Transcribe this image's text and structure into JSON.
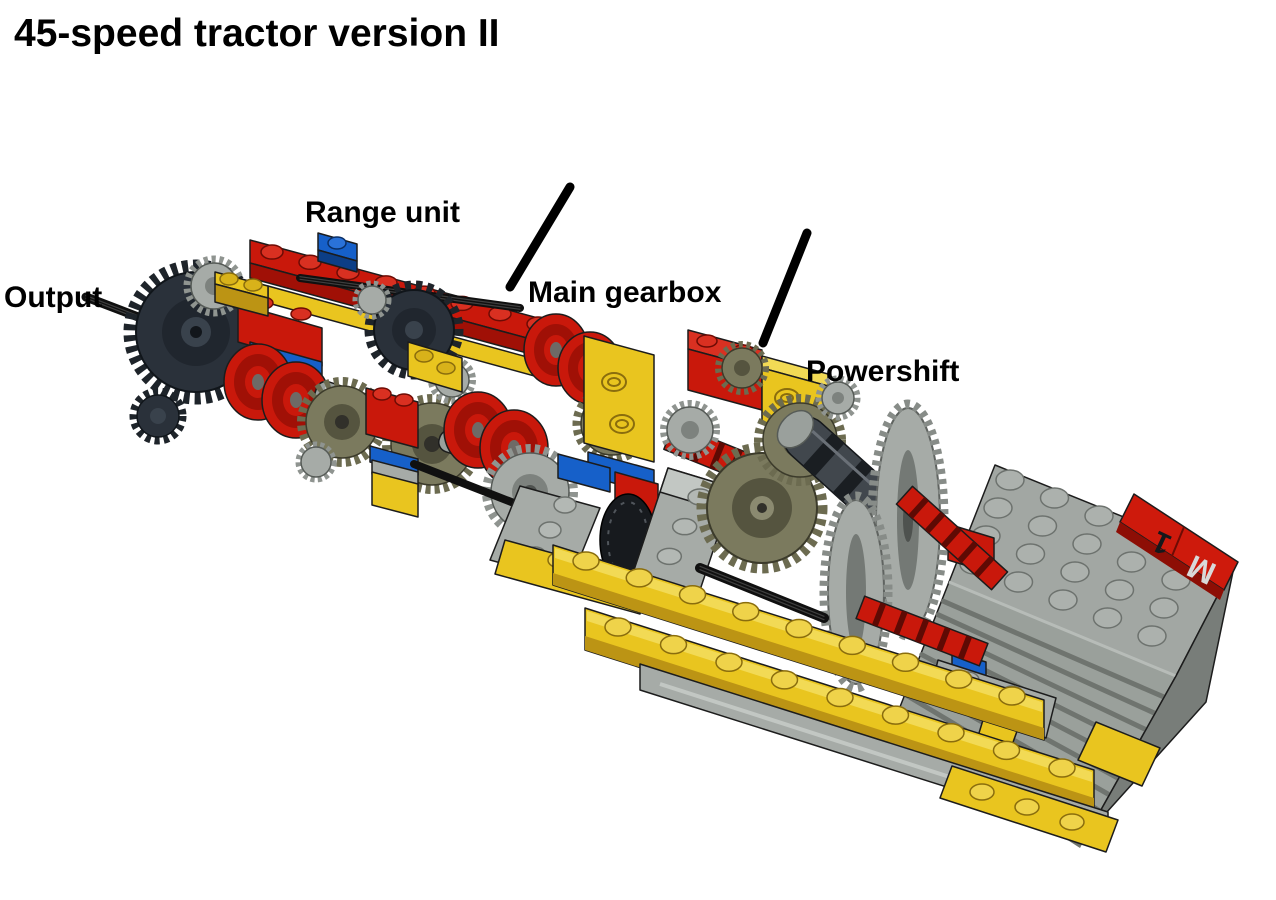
{
  "page": {
    "title": "45-speed tractor version II",
    "background": "#FFFFFF"
  },
  "annotations": {
    "output": "Output",
    "range_unit": "Range unit",
    "main_gearbox": "Main gearbox",
    "powershift": "Powershift"
  },
  "motor_label": {
    "combined": "M1",
    "letters": [
      "1",
      "M"
    ]
  },
  "colors": {
    "brick_red": "#C9180B",
    "brick_yellow": "#E9C51F",
    "brick_blue": "#1660C9",
    "light_gray": "#A6ABA7",
    "olive_gear": "#7B7A5E",
    "dark_gear": "#2A313A",
    "axle_black": "#121212",
    "motor_gray": "#A2A7A3",
    "label_text": "#000000",
    "background": "#FFFFFF"
  }
}
